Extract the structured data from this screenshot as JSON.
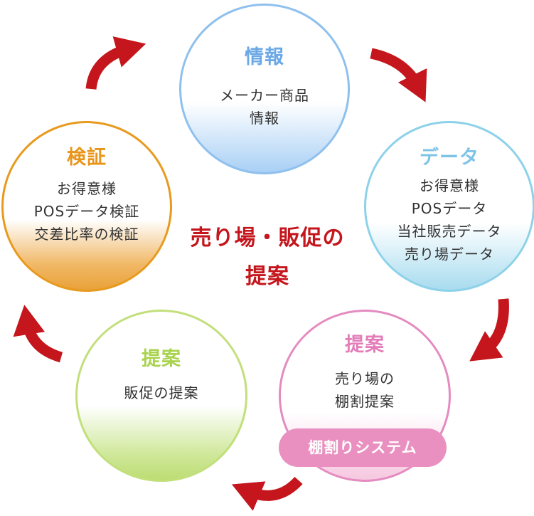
{
  "cycle": {
    "info": {
      "title": "情報",
      "lines": [
        "メーカー商品",
        "情報"
      ]
    },
    "data": {
      "title": "データ",
      "lines": [
        "お得意様",
        "POSデータ",
        "当社販売データ",
        "売り場データ"
      ]
    },
    "proposal_right": {
      "title": "提案",
      "lines": [
        "売り場の",
        "棚割提案"
      ],
      "badge": "棚割りシステム"
    },
    "proposal_left": {
      "title": "提案",
      "lines": [
        "販促の提案"
      ]
    },
    "verification": {
      "title": "検証",
      "lines": [
        "お得意様",
        "POSデータ検証",
        "交差比率の検証"
      ]
    }
  },
  "center": {
    "lines": [
      "売り場・販促の",
      "提案"
    ]
  },
  "colors": {
    "arrow": "#c4161c",
    "info": "#8fc0ee",
    "data": "#8ed2e9",
    "proposal_right": "#e48bc0",
    "proposal_left": "#c2df7c",
    "verification": "#e89a1e"
  }
}
